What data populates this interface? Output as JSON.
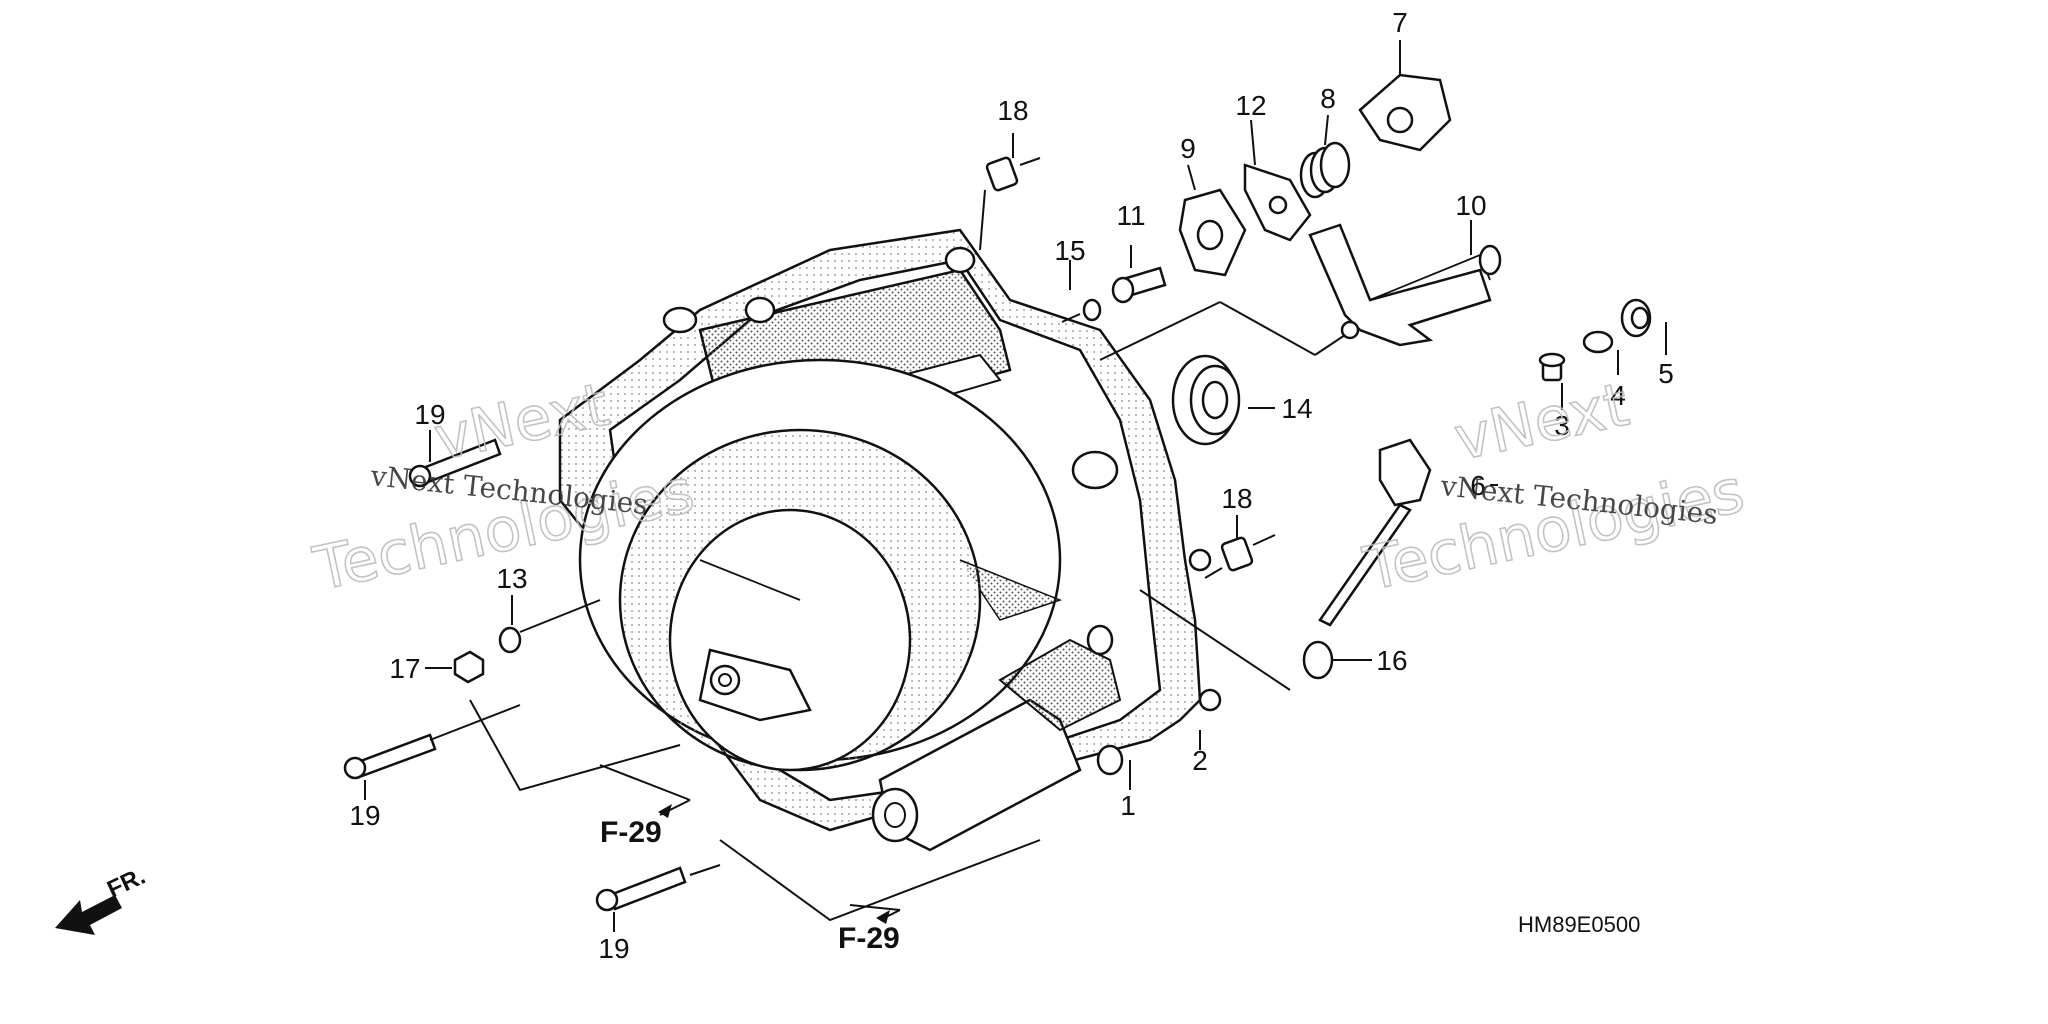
{
  "diagram": {
    "code": "HM89E0500",
    "front_label": "FR.",
    "refs": [
      "F-29",
      "F-29"
    ],
    "callouts": [
      "1",
      "2",
      "3",
      "4",
      "5",
      "6",
      "7",
      "8",
      "9",
      "10",
      "11",
      "12",
      "13",
      "14",
      "15",
      "16",
      "17",
      "18",
      "18",
      "19",
      "19",
      "19"
    ],
    "watermarks": {
      "big": [
        "vNext",
        "Technologies",
        "vNext",
        "Technologies"
      ],
      "small": [
        "vNext Technologies",
        "vNext Technologies"
      ]
    }
  }
}
